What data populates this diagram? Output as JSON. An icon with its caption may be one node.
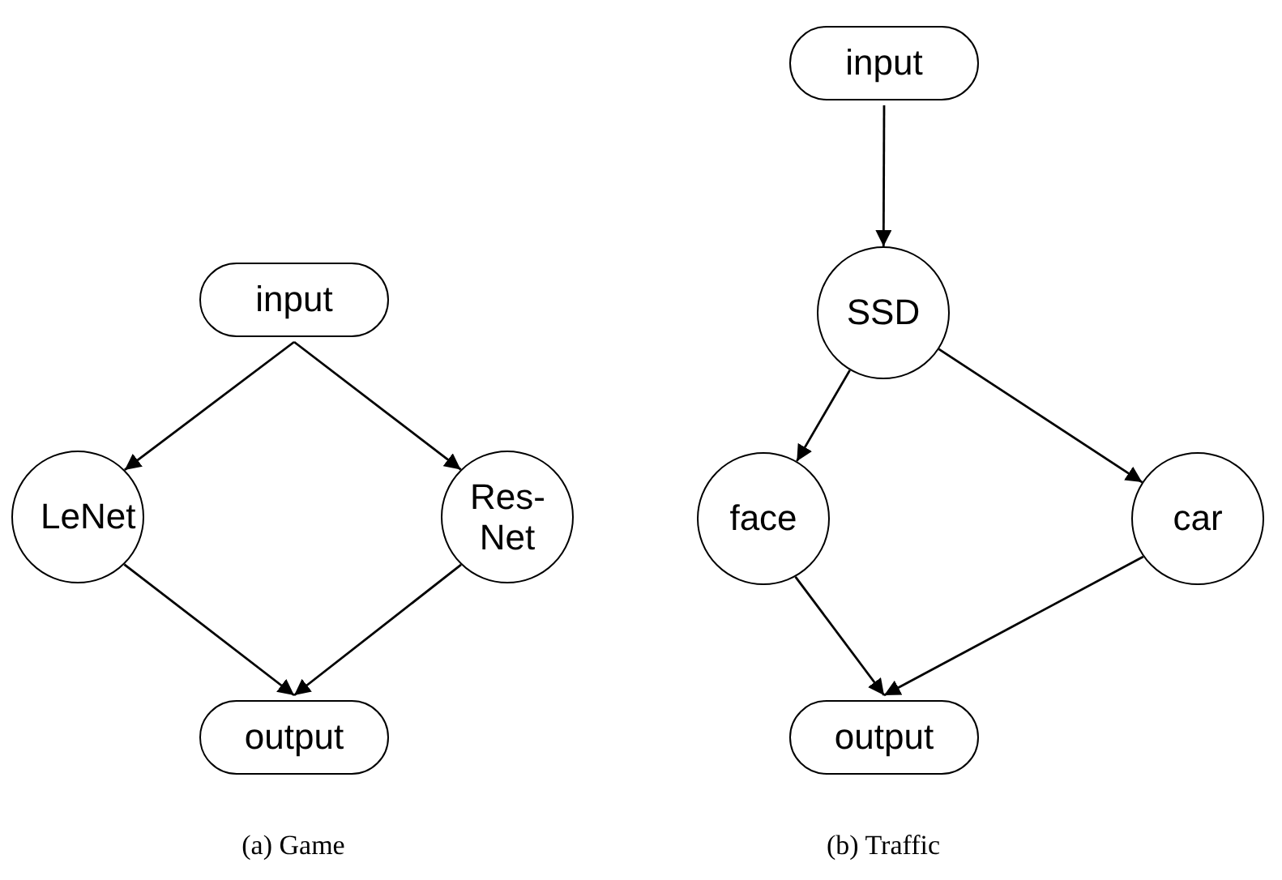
{
  "diagram": {
    "nodes": [
      {
        "text": [
          "input"
        ]
      },
      {
        "text": [
          "LeNet"
        ]
      },
      {
        "text": [
          "Res-Net"
        ]
      },
      {
        "text": [
          "output"
        ]
      },
      {
        "text": [
          "input"
        ]
      },
      {
        "text": [
          "SSD"
        ]
      },
      {
        "text": [
          "face"
        ]
      },
      {
        "text": [
          "car"
        ]
      },
      {
        "text": [
          "output"
        ]
      }
    ],
    "edges": [
      {
        "from": 0,
        "to": 1,
        "arrow": "to"
      },
      {
        "from": 0,
        "to": 2,
        "arrow": "to"
      },
      {
        "from": 1,
        "to": 3,
        "arrow": "to"
      },
      {
        "from": 2,
        "to": 3,
        "arrow": "to"
      },
      {
        "from": 4,
        "to": 5,
        "arrow": "to"
      },
      {
        "from": 5,
        "to": 6,
        "arrow": "to"
      },
      {
        "from": 5,
        "to": 7,
        "arrow": "to"
      },
      {
        "from": 6,
        "to": 8,
        "arrow": "to"
      },
      {
        "from": 7,
        "to": 8,
        "arrow": "to"
      }
    ],
    "labels": [
      "(a) Game",
      "(b) Traffic"
    ]
  }
}
